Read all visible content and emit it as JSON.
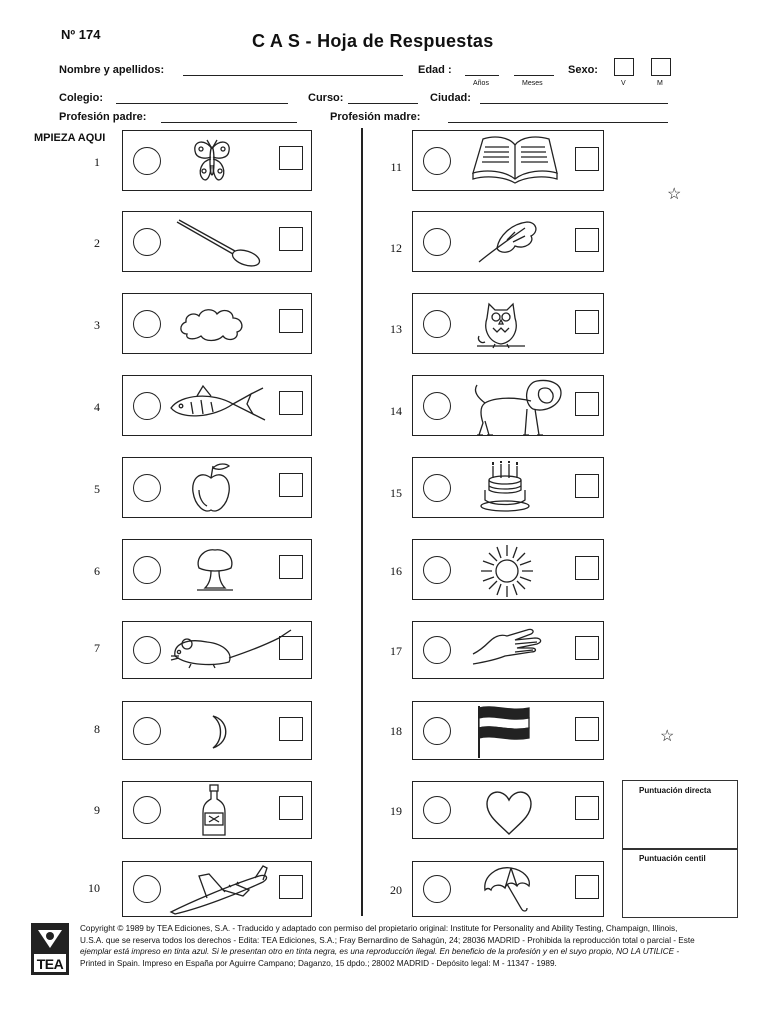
{
  "header": {
    "number": "Nº 174",
    "title": "C A S - Hoja de Respuestas",
    "labels": {
      "name": "Nombre y apellidos:",
      "age": "Edad :",
      "years": "Años",
      "months": "Meses",
      "sex": "Sexo:",
      "v": "V",
      "m": "M",
      "school": "Colegio:",
      "course": "Curso:",
      "city": "Ciudad:",
      "father": "Profesión padre:",
      "mother": "Profesión madre:"
    }
  },
  "start_label": "MPIEZA AQUI",
  "left_items": [
    {
      "number": "1",
      "icon": "butterfly-icon"
    },
    {
      "number": "2",
      "icon": "spoon-icon"
    },
    {
      "number": "3",
      "icon": "cloud-icon"
    },
    {
      "number": "4",
      "icon": "fish-icon"
    },
    {
      "number": "5",
      "icon": "apple-icon"
    },
    {
      "number": "6",
      "icon": "mushroom-icon"
    },
    {
      "number": "7",
      "icon": "mouse-icon"
    },
    {
      "number": "8",
      "icon": "moon-icon"
    },
    {
      "number": "9",
      "icon": "bottle-icon"
    },
    {
      "number": "10",
      "icon": "airplane-icon"
    }
  ],
  "right_items": [
    {
      "number": "11",
      "icon": "book-icon"
    },
    {
      "number": "12",
      "icon": "leaf-icon"
    },
    {
      "number": "13",
      "icon": "owl-icon"
    },
    {
      "number": "14",
      "icon": "lion-icon"
    },
    {
      "number": "15",
      "icon": "cake-icon"
    },
    {
      "number": "16",
      "icon": "sun-icon"
    },
    {
      "number": "17",
      "icon": "hand-icon"
    },
    {
      "number": "18",
      "icon": "flag-icon"
    },
    {
      "number": "19",
      "icon": "heart-icon"
    },
    {
      "number": "20",
      "icon": "umbrella-icon"
    }
  ],
  "scores": {
    "direct": "Puntuación directa",
    "centile": "Puntuación centil"
  },
  "footer": {
    "logo": "TEA",
    "line1": "Copyright © 1989 by TEA Ediciones, S.A. - Traducido y adaptado con permiso del propietario original: Institute for Personality and Ability Testing, Champaign, Illinois,",
    "line2": "U.S.A. que se reserva todos los derechos - Edita: TEA Ediciones, S.A.; Fray Bernardino de Sahagún, 24; 28036 MADRID - Prohibida la reproducción total o parcial - Este",
    "line3": "ejemplar está impreso en tinta azul. Si le presentan otro en tinta negra, es una reproducción ilegal. En beneficio de la profesión y en el suyo propio, NO LA UTILICE -",
    "line4": "Printed in Spain. Impreso en España por Aguirre Campano; Daganzo, 15 dpdo.; 28002 MADRID - Depósito legal: M - 11347 - 1989."
  }
}
